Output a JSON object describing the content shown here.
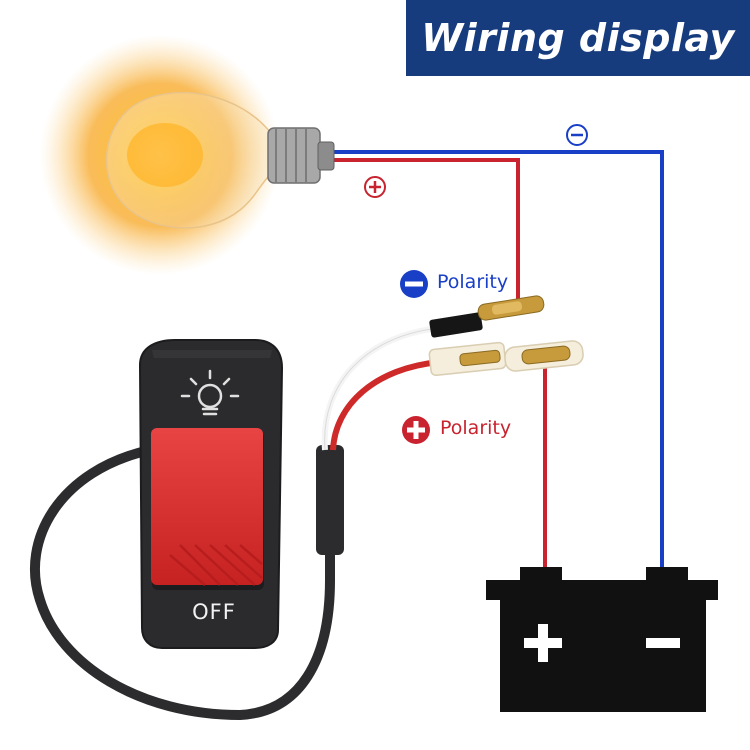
{
  "title": "Wiring display",
  "labels": {
    "negative_polarity": "Polarity",
    "positive_polarity": "Polarity",
    "switch_state": "OFF"
  },
  "icons": {
    "bulb": "light-bulb-icon",
    "switch_light": "headlight-icon",
    "negative": "minus-circle-icon",
    "positive": "plus-circle-icon",
    "battery": "battery-icon"
  },
  "colors": {
    "banner": "#173c7e",
    "negative_wire": "#1a3fc7",
    "positive_wire": "#c8232f",
    "switch_body": "#2b2b2d",
    "switch_rocker": "#d42b2b",
    "battery": "#111111",
    "bulb_glow": "#f7a623"
  }
}
